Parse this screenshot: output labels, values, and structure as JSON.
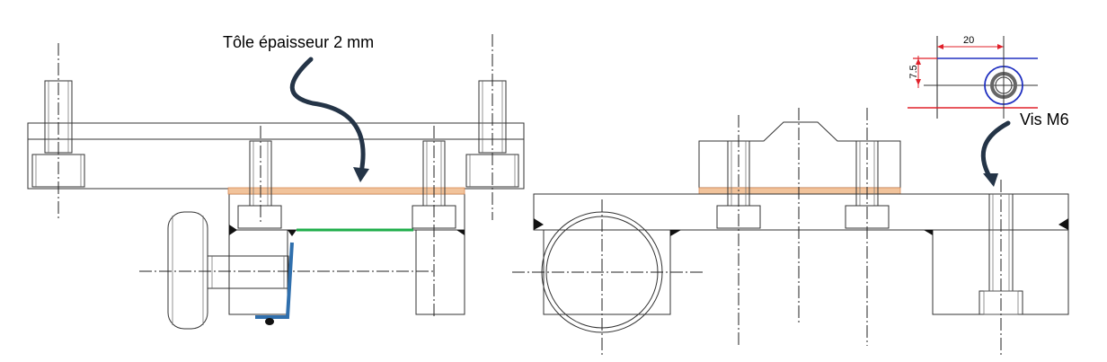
{
  "annotations": {
    "plate_label": "Tôle épaisseur 2 mm",
    "screw_label": "Vis M6"
  },
  "detail": {
    "dimension_horizontal": "20",
    "dimension_vertical": "7.5"
  },
  "colors": {
    "plate": "#f1c39b",
    "plate_edge": "#d98a55",
    "green_line": "#1fae4b",
    "bracket": "#2f6fad",
    "callout_arrow": "#243447",
    "dimension_red": "#e0202a",
    "circle_blue": "#2030c0"
  }
}
